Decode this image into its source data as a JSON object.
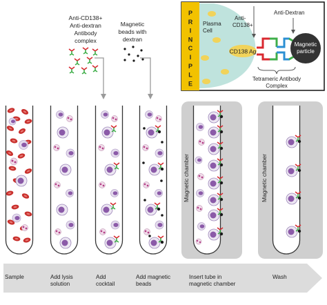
{
  "principle": {
    "vertical_title": [
      "P",
      "R",
      "I",
      "N",
      "C",
      "I",
      "P",
      "L",
      "E"
    ],
    "plasma_cell": [
      "Plasma",
      "Cell"
    ],
    "anti_cd138": [
      "Anti-",
      "CD138+"
    ],
    "anti_dextran": "Anti-Dextran",
    "cd138_ag": "CD138 Ag",
    "magnetic_particle": [
      "Magnetic",
      "particle"
    ],
    "tetrameric": [
      "Tetrameric Antibody",
      "Complex"
    ]
  },
  "reagents": {
    "complex": [
      "Anti-CD138+",
      "Anti-dextran",
      "Antibody",
      "complex"
    ],
    "beads": [
      "Magnetic",
      "beads with",
      "dextran"
    ]
  },
  "chamber_label": "Magnetic chamber",
  "steps": [
    [
      "Sample"
    ],
    [
      "Add lysis",
      "solution"
    ],
    [
      "Add",
      "cocktail"
    ],
    [
      "Add  magnetic",
      "beads"
    ],
    [
      "Insert tube in",
      "magnetic chamber"
    ],
    [
      "Wash"
    ]
  ],
  "colors": {
    "frame": "#f2c200",
    "plasma_cell": "#bfe3dd",
    "antigen_yellow": "#f1d35a",
    "antibody_red": "#d9282f",
    "antibody_green": "#3fae49",
    "antibody_blue": "#2b8fd3",
    "bead": "#1a1a1a",
    "rbc": "#c8302d",
    "wbc_purple": "#8b5aa8",
    "chamber_gray": "#cfcfcf",
    "arrow_gray": "#d8d8d8"
  }
}
